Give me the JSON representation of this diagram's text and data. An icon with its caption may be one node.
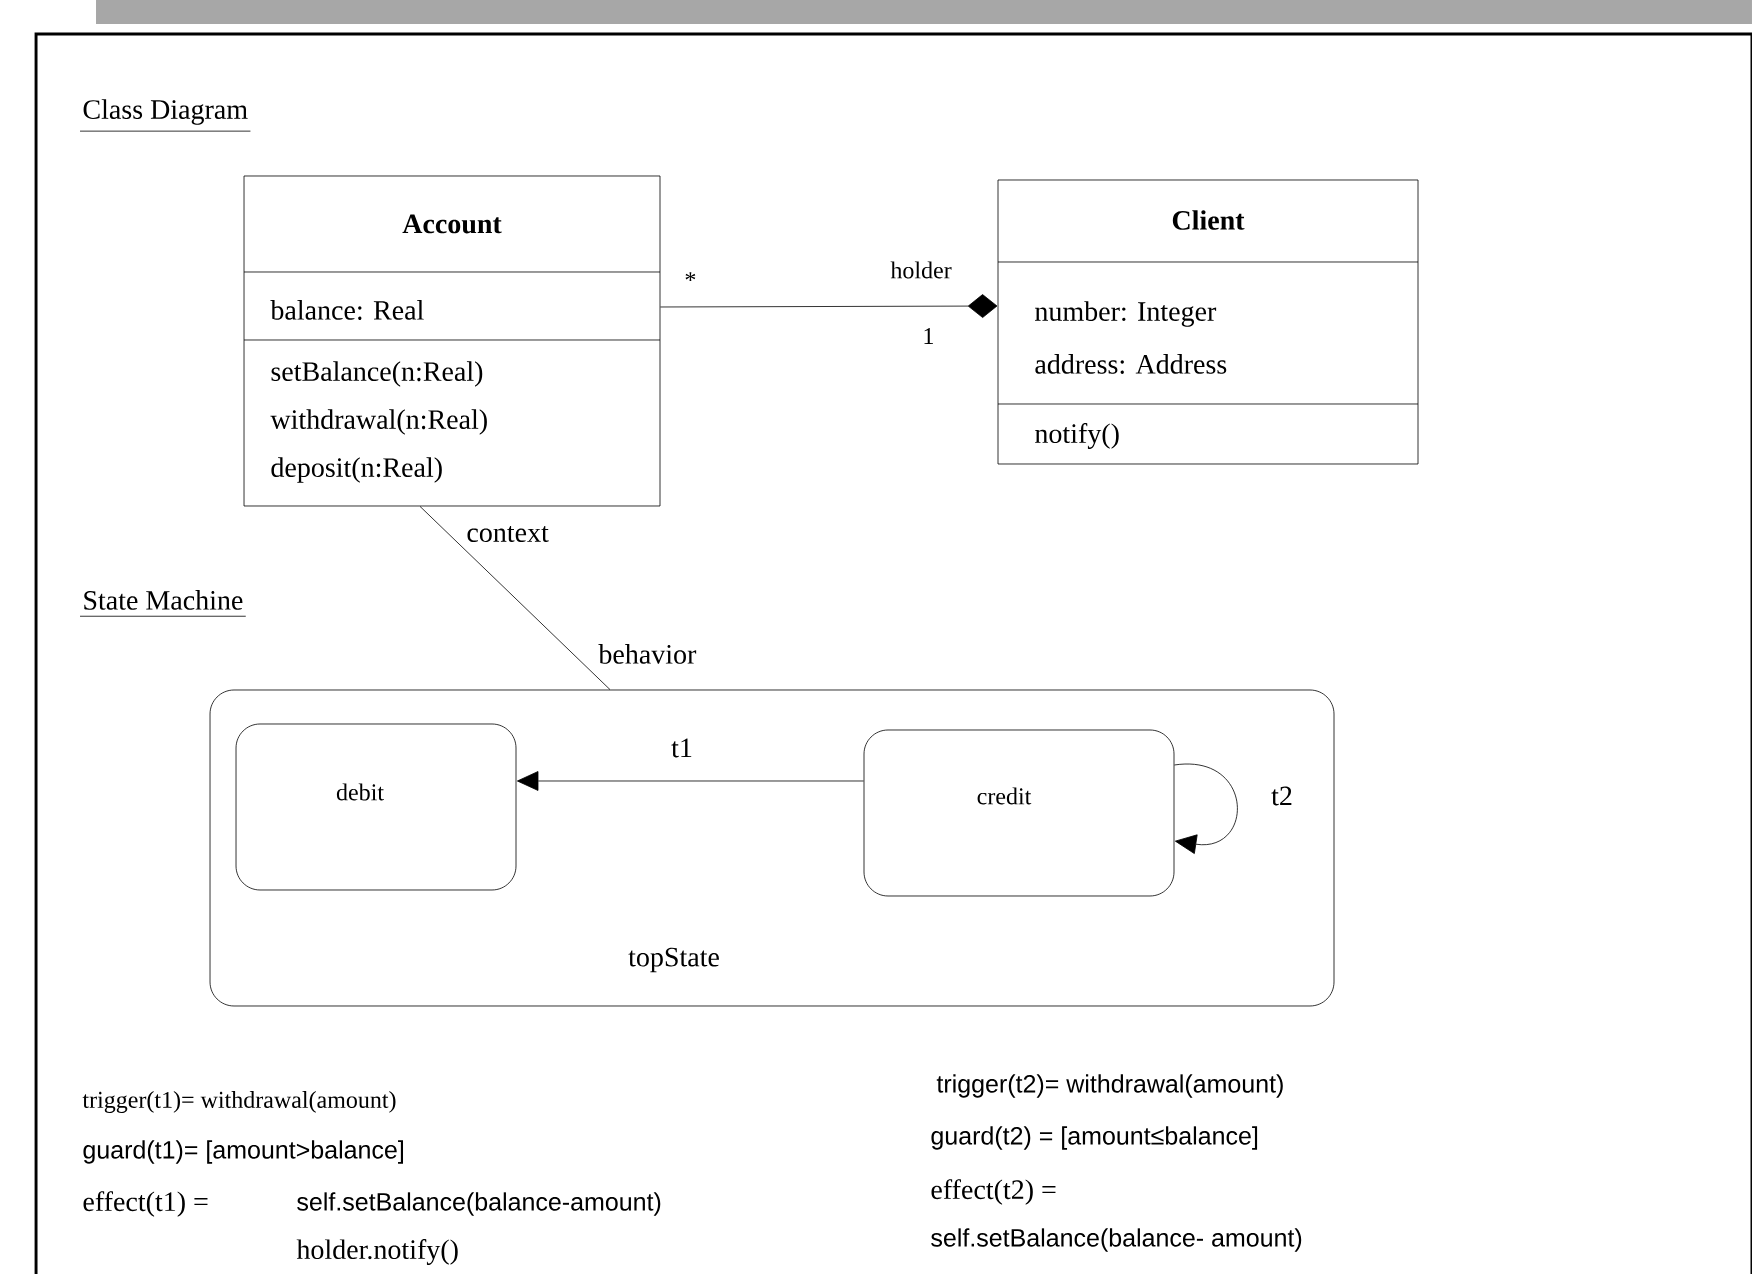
{
  "diagram": {
    "nodes": [
      {
        "text": [
          "Account",
          "balance: Real",
          "setBalance(n:Real)",
          "withdrawal(n:Real)",
          "deposit(n:Real)"
        ]
      },
      {
        "text": [
          "Client",
          "number: Integer",
          "address: Address",
          "notify()"
        ]
      },
      {
        "text": [
          "topState"
        ]
      },
      {
        "text": [
          "debit"
        ],
        "in": 2
      },
      {
        "text": [
          "credit"
        ],
        "in": 2
      }
    ],
    "edges": [
      {
        "from": 0,
        "to": 1,
        "arrow": "other"
      },
      {
        "from": 0,
        "to": 2,
        "arrow": "none"
      },
      {
        "from": 4,
        "to": 3,
        "arrow": "to",
        "label": "t1"
      },
      {
        "from": 4,
        "to": 4,
        "arrow": "to",
        "label": "t2"
      }
    ],
    "labels": [
      "Class Diagram",
      "*",
      "holder",
      "1",
      "context",
      "State Machine",
      "behavior",
      "trigger(t1)= withdrawal(amount)",
      "guard(t1)= [amount>balance]",
      "effect(t1) =",
      "self.setBalance(balance-amount)",
      "holder.notify()",
      "trigger(t2)= withdrawal(amount)",
      "guard(t2) = [amount≤balance]",
      "effect(t2) =",
      "self.setBalance(balance- amount)"
    ]
  }
}
